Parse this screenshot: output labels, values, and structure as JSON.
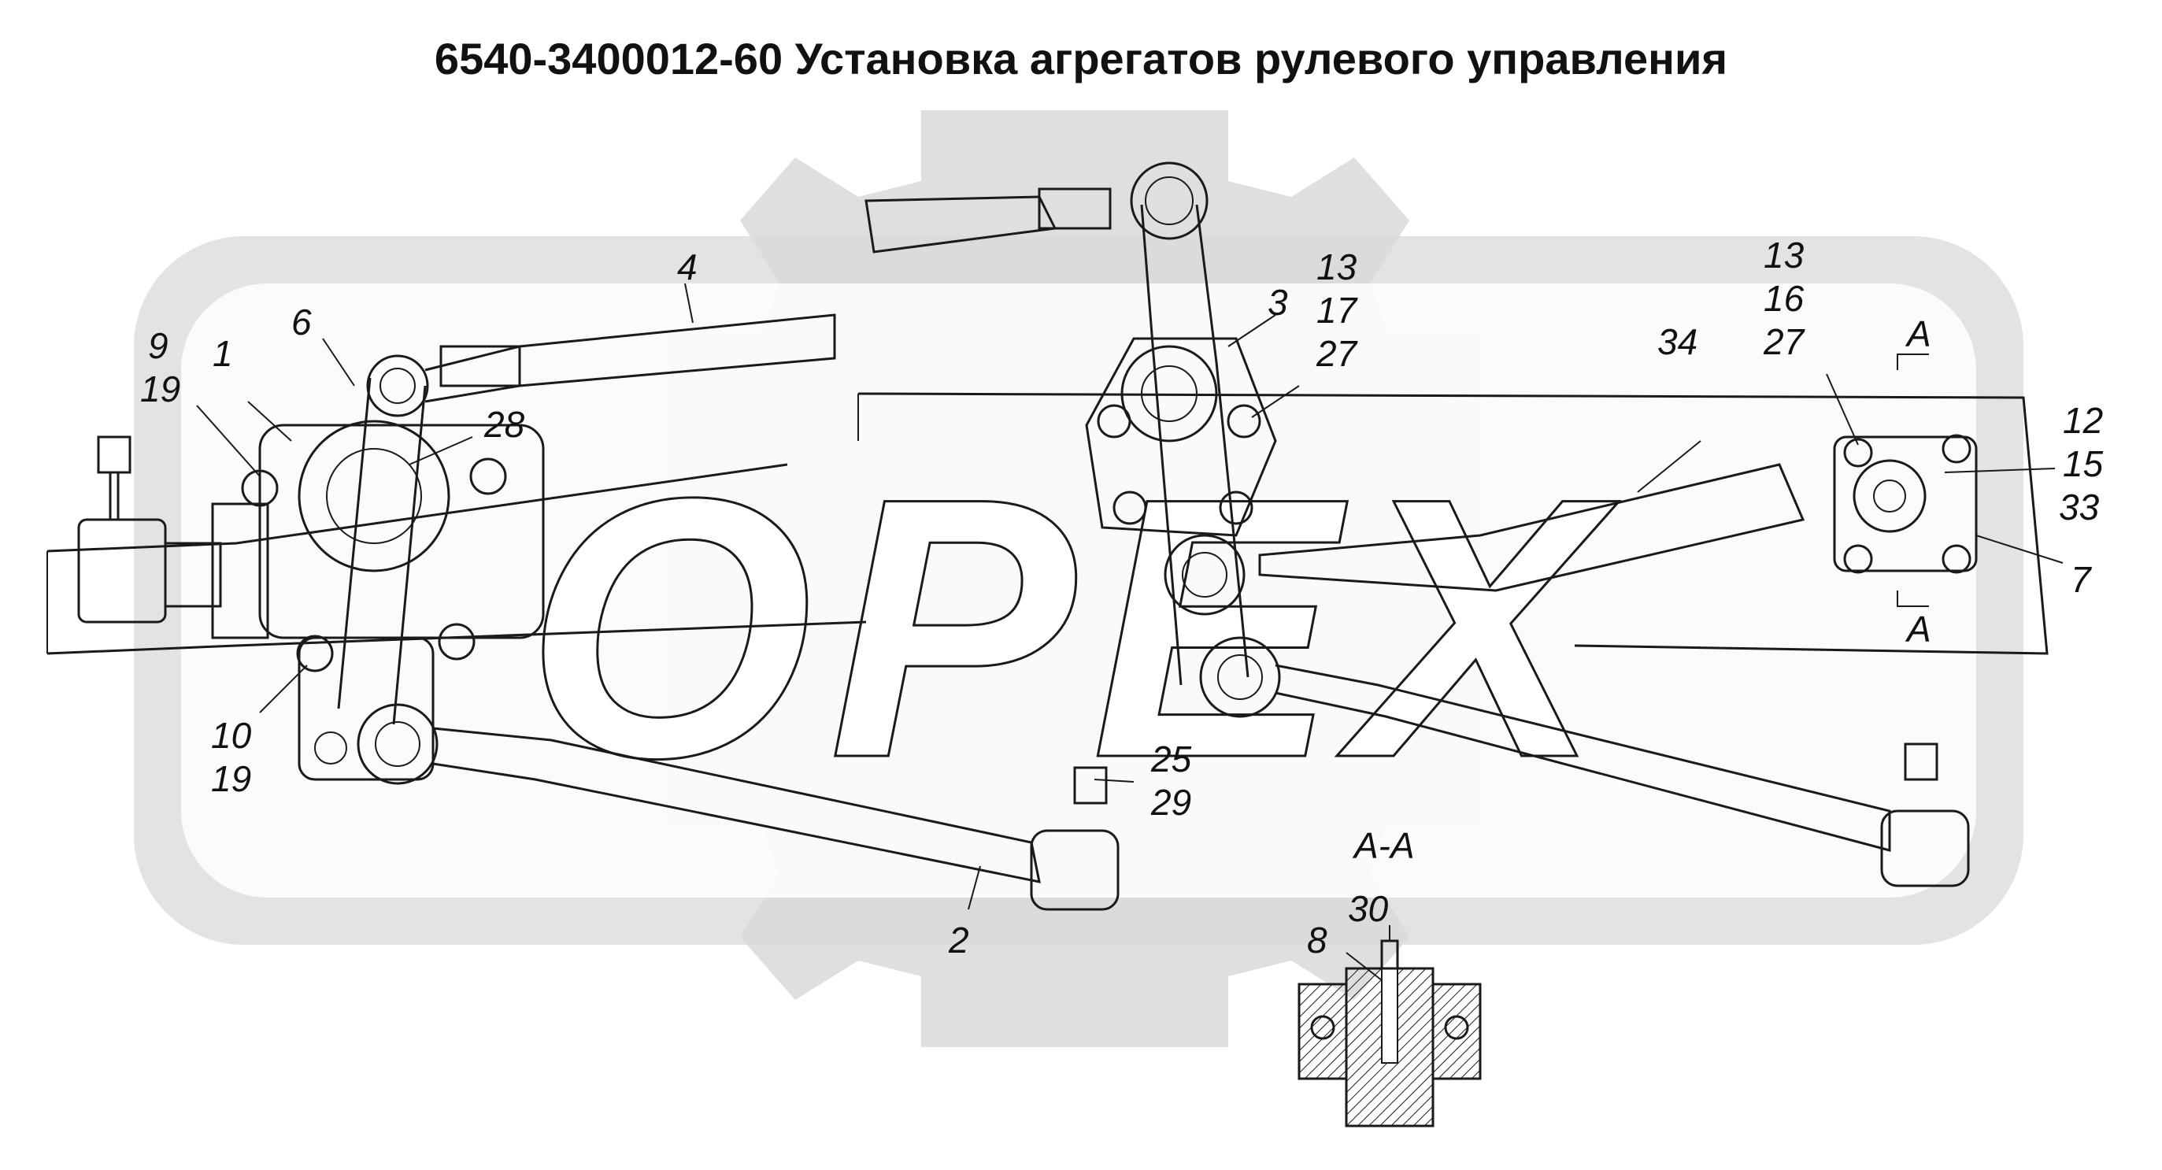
{
  "title": "6540-3400012-60 Установка агрегатов рулевого управления",
  "watermark": {
    "text": "OPEX",
    "color": "#d9d9d9"
  },
  "section_label": "А-А",
  "section_marks": [
    "А",
    "А"
  ],
  "callouts": {
    "c9_19": [
      "9",
      "19"
    ],
    "c1": "1",
    "c6": "6",
    "c28": "28",
    "c4": "4",
    "c10_19": [
      "10",
      "19"
    ],
    "c3": "3",
    "c13_17_27": [
      "13",
      "17",
      "27"
    ],
    "c34": "34",
    "c13_16_27": [
      "13",
      "16",
      "27"
    ],
    "c12_15_33": [
      "12",
      "15",
      "33"
    ],
    "c7": "7",
    "c25_29": [
      "25",
      "29"
    ],
    "c2": "2",
    "c30": "30",
    "c8": "8"
  }
}
